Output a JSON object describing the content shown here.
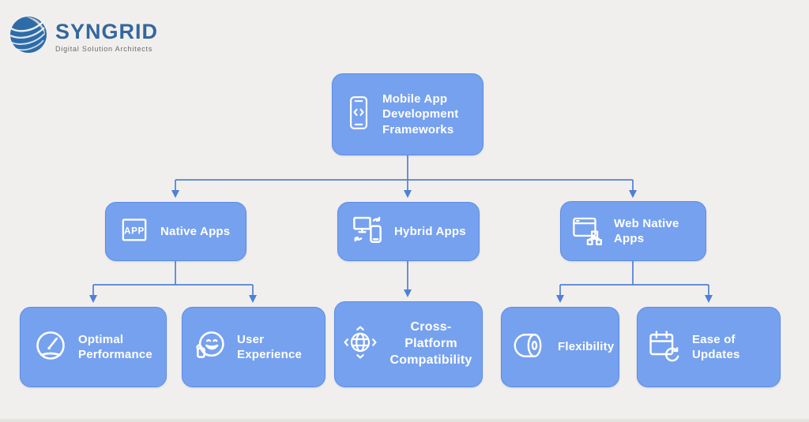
{
  "logo": {
    "name": "SYNGRID",
    "tagline": "Digital Solution Architects"
  },
  "colors": {
    "background": "#f1efed",
    "node_fill": "#76a1ef",
    "node_border": "#5b8ce4",
    "connector": "#4f80d6",
    "logo_blue": "#33679f",
    "logo_globe": "#2e6ca8",
    "node_text": "#ffffff"
  },
  "diagram": {
    "root": {
      "label": "Mobile App Development Frameworks",
      "icon": "smartphone-code-icon"
    },
    "level2": [
      {
        "label": "Native Apps",
        "icon": "app-box-icon"
      },
      {
        "label": "Hybrid Apps",
        "icon": "devices-sync-icon"
      },
      {
        "label": "Web Native Apps",
        "icon": "browser-modules-icon"
      }
    ],
    "level3": [
      {
        "label": "Optimal Performance",
        "icon": "gauge-icon"
      },
      {
        "label": "User Experience",
        "icon": "smiley-thumbs-up-icon"
      },
      {
        "label": "Cross-Platform Compatibility",
        "icon": "globe-arrows-icon"
      },
      {
        "label": "Flexibility",
        "icon": "roll-icon"
      },
      {
        "label": "Ease of Updates",
        "icon": "calendar-refresh-icon"
      }
    ]
  }
}
